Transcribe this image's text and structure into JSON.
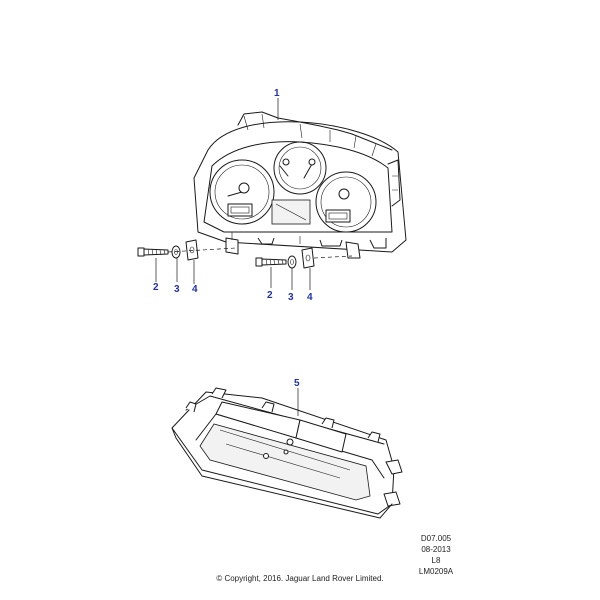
{
  "callouts": {
    "c1": "1",
    "c2a": "2",
    "c3a": "3",
    "c4a": "4",
    "c2b": "2",
    "c3b": "3",
    "c4b": "4",
    "c5": "5"
  },
  "reference": {
    "code": "D07.005",
    "date": "08-2013",
    "model": "L8",
    "illustration_id": "LM0209A"
  },
  "copyright": "© Copyright, 2016. Jaguar Land Rover Limited.",
  "colors": {
    "callout": "#1f2fb8",
    "line": "#1a1a1a"
  }
}
